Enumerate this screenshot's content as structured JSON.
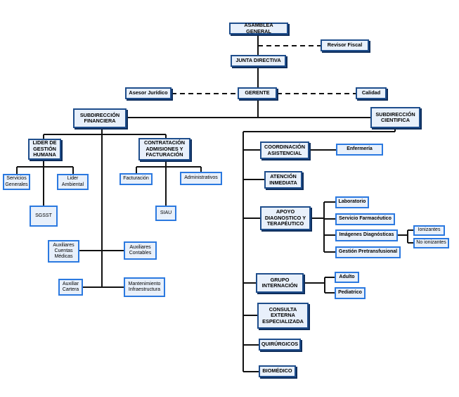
{
  "nodes": {
    "asamblea": "ASAMBLEA GENERAL",
    "revisor": "Revisor Fiscal",
    "junta": "JUNTA DIRECTIVA",
    "gerente": "GERENTE",
    "asesor": "Asesor Jurídico",
    "calidad": "Calidad",
    "sub_fin": "SUBDIRECCIÓN FINANCIERA",
    "sub_cien": "SUBDIRECCIÓN CIENTIFICA",
    "lider_gh": "LIDER DE GESTIÓN HUMANA",
    "contratacion": "CONTRATACIÓN ADMISIONES Y FACTURACIÓN",
    "servicios_generales": "Servicios Generales",
    "lider_ambiental": "Lider Ambiental",
    "sgsst": "SGSST",
    "facturacion": "Facturación",
    "administrativos": "Administrativos",
    "siau": "SIAU",
    "aux_cuentas": "Auxiliares Cuentas Médicas",
    "aux_contables": "Auxiliares Contables",
    "aux_cartera": "Auxiliar Cartera",
    "mantenimiento": "Mantenimiento Infraestructura",
    "coord_asistencial": "COORDINACIÓN ASISTENCIAL",
    "enfermeria": "Enfermería",
    "atencion_inmediata": "ATENCIÓN INMEDIATA",
    "apoyo": "APOYO DIAGNOSTICO Y TERAPÉUTICO",
    "laboratorio": "Laboratorio",
    "farmaceutico": "Servicio Farmacéutico",
    "imagenes": "Imágenes Diagnósticas",
    "ionizantes": "Ionizantes",
    "no_ionizantes": "No ionizantes",
    "pretransfusional": "Gestión Pretransfusional",
    "grupo_internacion": "GRUPO INTERNACIÓN",
    "adulto": "Adulto",
    "pediatrico": "Pediatrico",
    "consulta_externa": "CONSULTA EXTERNA ESPECIALIZADA",
    "quirurgicos": "QUIRÚRGICOS",
    "biomedico": "BIOMÉDICO"
  },
  "colors": {
    "box_fill": "#e8f0fb",
    "main_border": "#1f4e8c",
    "leaf_border": "#2b79e0",
    "connector": "#111111"
  }
}
